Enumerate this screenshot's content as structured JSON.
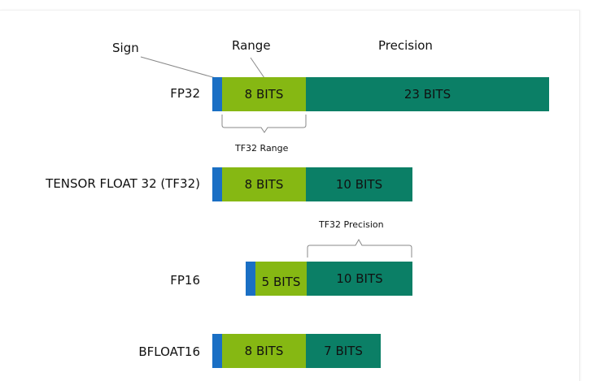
{
  "headers": {
    "sign": "Sign",
    "range": "Range",
    "precision": "Precision"
  },
  "rows": [
    {
      "label": "FP32",
      "exponent": "8 BITS",
      "mantissa": "23 BITS"
    },
    {
      "label": "TENSOR FLOAT 32 (TF32)",
      "exponent": "8 BITS",
      "mantissa": "10 BITS"
    },
    {
      "label": "FP16",
      "exponent": "5 BITS",
      "mantissa": "10 BITS"
    },
    {
      "label": "BFLOAT16",
      "exponent": "8 BITS",
      "mantissa": "7 BITS"
    }
  ],
  "annotations": {
    "tf32_range": "TF32 Range",
    "tf32_precision": "TF32 Precision"
  },
  "colors": {
    "sign": "#1a6fc4",
    "exponent": "#86b813",
    "mantissa": "#0b7f66",
    "text": "#111111",
    "lines": "#888888"
  }
}
